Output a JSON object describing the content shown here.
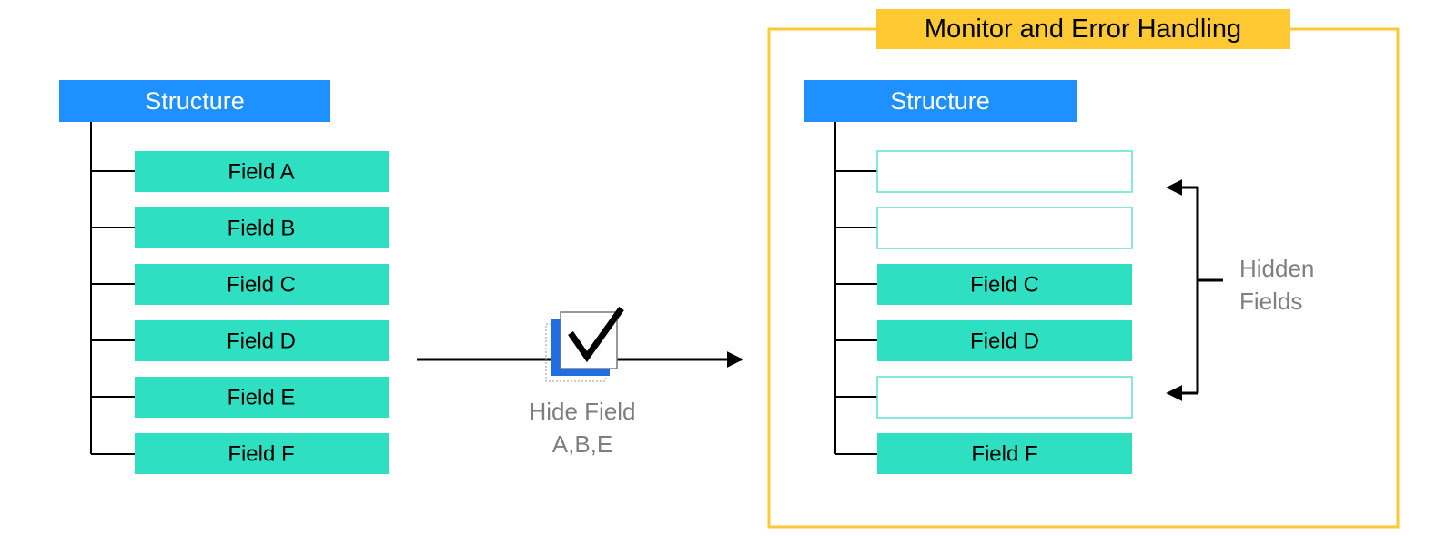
{
  "colors": {
    "structure": "#1e90ff",
    "field": "#2ee0c1",
    "hidden_border": "#5fe3cf",
    "panel_border": "#ffc933",
    "panel_title_bg": "#ffc933",
    "arrow": "#000000",
    "caption": "#7f7f7f",
    "checkbox_back": "#1f6fe0"
  },
  "left": {
    "structure_label": "Structure",
    "fields": [
      "Field A",
      "Field B",
      "Field C",
      "Field D",
      "Field E",
      "Field F"
    ]
  },
  "transform": {
    "icon": "checkbox-checked-icon",
    "caption_line1": "Hide Field",
    "caption_line2": "A,B,E"
  },
  "right": {
    "panel_title": "Monitor and Error Handling",
    "structure_label": "Structure",
    "fields": [
      {
        "label": "",
        "hidden": true
      },
      {
        "label": "",
        "hidden": true
      },
      {
        "label": "Field C",
        "hidden": false
      },
      {
        "label": "Field D",
        "hidden": false
      },
      {
        "label": "",
        "hidden": true
      },
      {
        "label": "Field F",
        "hidden": false
      }
    ],
    "annotation_line1": "Hidden",
    "annotation_line2": "Fields"
  }
}
